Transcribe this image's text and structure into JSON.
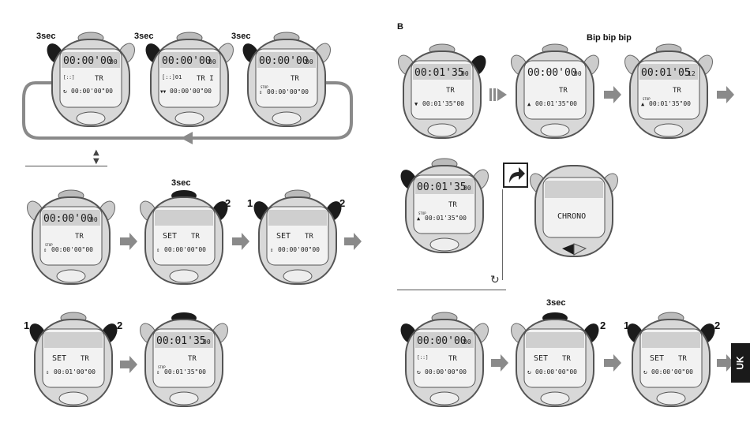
{
  "section_b": "B",
  "uk": "UK",
  "bip": "Bip bip bip",
  "sec": "3sec",
  "one": "1",
  "two": "2",
  "tr": "TR",
  "tr_one": "TR I",
  "stop": "STOP",
  "set": "SET",
  "chrono": "CHRONO",
  "zero": "00:00'00",
  "zero_sub": "00",
  "zero_bottom": "00:00'00\"00",
  "lap_main": "00:01'35",
  "lap_sub": "00",
  "lap_bottom": "00:01'35\"00",
  "run_main": "00:01'05",
  "run_sub": "12",
  "set_bottom_a": "00:00'00\"00",
  "set_bottom_b": "00:00'00\"00",
  "set_bottom_c": "00:01'00\"00",
  "mem_bars": "[::]",
  "mem_o1": "[::]01"
}
